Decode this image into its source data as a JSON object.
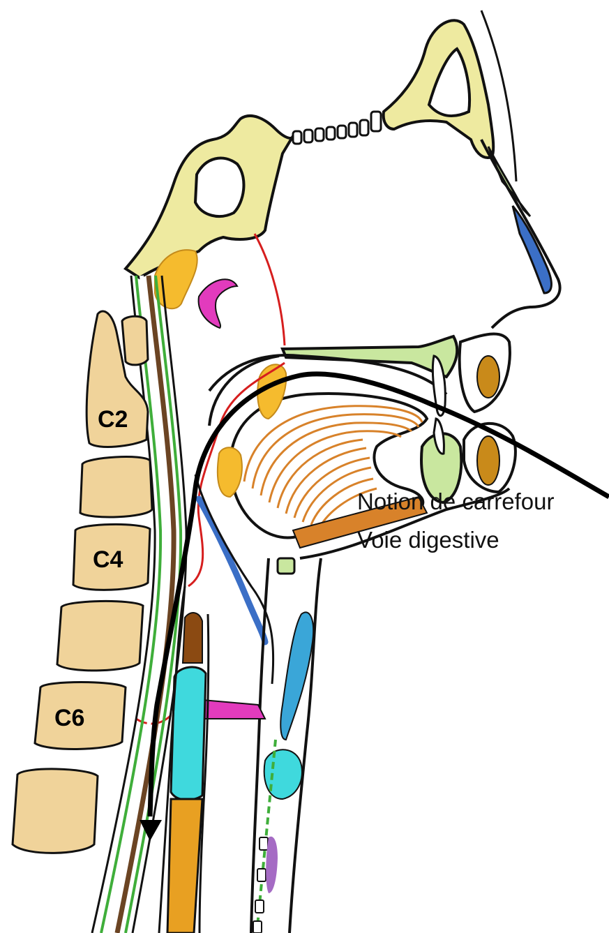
{
  "vertebrae": {
    "c2": "C2",
    "c4": "C4",
    "c6": "C6"
  },
  "captions": {
    "line1": "Notion de carrefour",
    "line2": "Voie digestive"
  },
  "colors": {
    "bone": "#eeeaa0",
    "vertebra": "#f0d39a",
    "cartilage": "#c9e79f",
    "lymphoid": "#f5bb2e",
    "tongue_muscle": "#d8822a",
    "nerve_red": "#d61e1e",
    "cord_green": "#3fae3a",
    "cord_brown": "#6b4423",
    "cyan": "#3fd9dd",
    "blue": "#3b6fc6",
    "magenta": "#e23bbd",
    "orange": "#e8a022",
    "pathway_arrow": "#000000"
  }
}
